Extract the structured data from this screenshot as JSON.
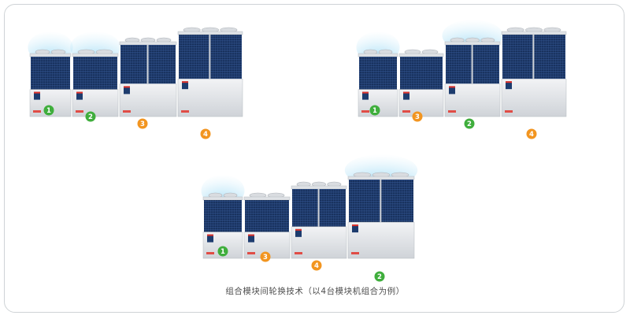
{
  "caption": "组合模块间轮换技术（以4台模块机组合为例）",
  "colors": {
    "green": "#3fae3c",
    "orange": "#f29520",
    "panel": "#1d3c6e",
    "casing": "#e7e9ec",
    "airflow": "#8fd4f2"
  },
  "arrangements": [
    {
      "markers": [
        "1",
        "2",
        "3",
        "4"
      ]
    },
    {
      "markers": [
        "1",
        "3",
        "2",
        "4"
      ]
    },
    {
      "markers": [
        "1",
        "3",
        "4",
        "2"
      ]
    }
  ]
}
